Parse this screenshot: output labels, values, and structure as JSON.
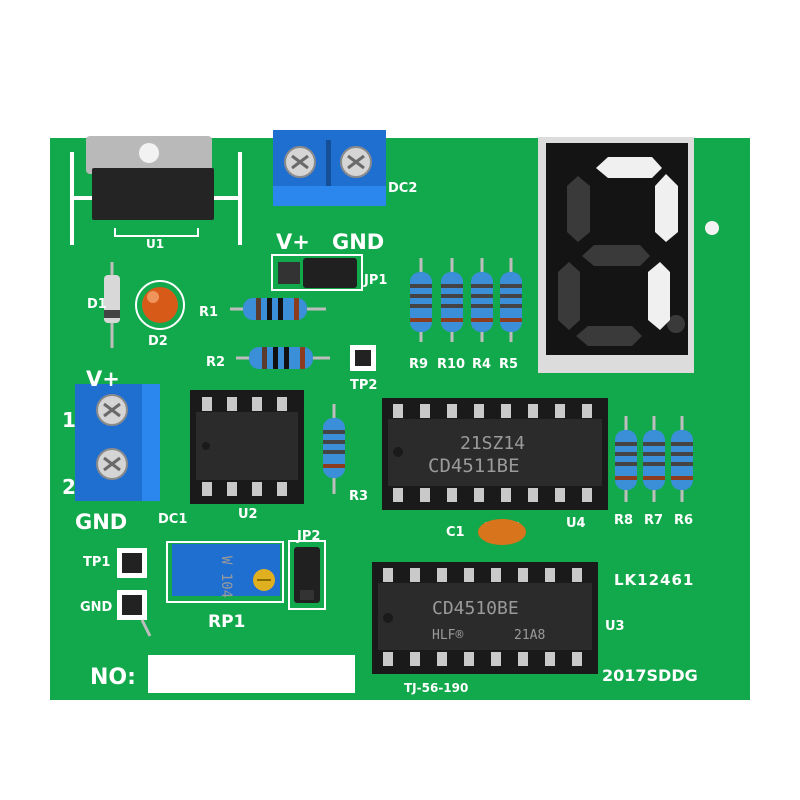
{
  "colors": {
    "pcb": "#12a84c",
    "pcb_dark": "#0c8a3c",
    "terminal": "#1f6fd1",
    "ic": "#1a1a1a",
    "pins": "#c9c9c9",
    "led": "#d85a18",
    "capacitor": "#d8741c",
    "resistor": "#3a8fd8"
  },
  "labels": {
    "u1": "U1",
    "dc2": "DC2",
    "vplus_top": "V+",
    "gnd_top": "GND",
    "jp1": "JP1",
    "d1": "D1",
    "d2": "D2",
    "r1": "R1",
    "r2": "R2",
    "tp2": "TP2",
    "r9": "R9",
    "r10": "R10",
    "r4": "R4",
    "r5": "R5",
    "vplus_left": "V+",
    "pin1": "1",
    "pin2": "2",
    "gnd_left": "GND",
    "dc1": "DC1",
    "u2": "U2",
    "r3": "R3",
    "u4": "U4",
    "c1": "C1",
    "r8": "R8",
    "r7": "R7",
    "r6": "R6",
    "tp1": "TP1",
    "gnd_tp": "GND",
    "jp2": "JP2",
    "rp1": "RP1",
    "lot": "LK12461",
    "u3": "U3",
    "no": "NO:",
    "tj": "TJ-56-190",
    "brand": "2017SDDG"
  },
  "chips": {
    "u4_line1": "21SZ14",
    "u4_line2": "CD4511BE",
    "u3_line1": "CD4510BE",
    "u3_line2": "HLF®",
    "u3_line3": "21A8",
    "pot_marking": "W 104"
  },
  "display": {
    "digit": "7"
  }
}
